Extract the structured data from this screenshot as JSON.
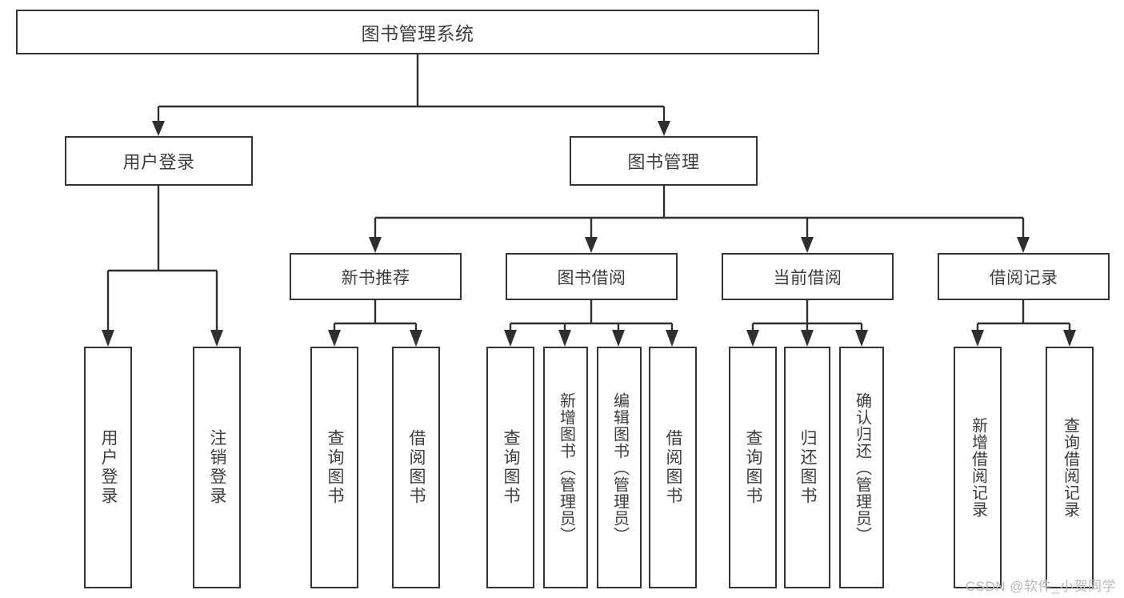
{
  "diagram": {
    "title": "图书管理系统",
    "type": "tree-hierarchy-chart",
    "watermark": "CSDN @软件_小贺同学",
    "colors": {
      "box_border": "#343434",
      "box_fill": "#ffffff",
      "connector": "#2f2f2f",
      "text": "#3d3d3d",
      "watermark": "#b9b9b9",
      "background": "#ffffff"
    },
    "root": {
      "label": "图书管理系统"
    },
    "level2": [
      {
        "label": "用户登录"
      },
      {
        "label": "图书管理"
      }
    ],
    "level3": [
      {
        "label": "新书推荐"
      },
      {
        "label": "图书借阅"
      },
      {
        "label": "当前借阅"
      },
      {
        "label": "借阅记录"
      }
    ],
    "leaves": {
      "user_login": [
        {
          "label": "用户登录"
        },
        {
          "label": "注销登录"
        }
      ],
      "new_book_recommend": [
        {
          "label": "查询图书"
        },
        {
          "label": "借阅图书"
        }
      ],
      "book_borrow": [
        {
          "label": "查询图书"
        },
        {
          "label": "新增图书（管理员）"
        },
        {
          "label": "编辑图书（管理员）"
        },
        {
          "label": "借阅图书"
        }
      ],
      "current_borrow": [
        {
          "label": "查询图书"
        },
        {
          "label": "归还图书"
        },
        {
          "label": "确认归还（管理员）"
        }
      ],
      "borrow_record": [
        {
          "label": "新增借阅记录"
        },
        {
          "label": "查询借阅记录"
        }
      ]
    }
  }
}
